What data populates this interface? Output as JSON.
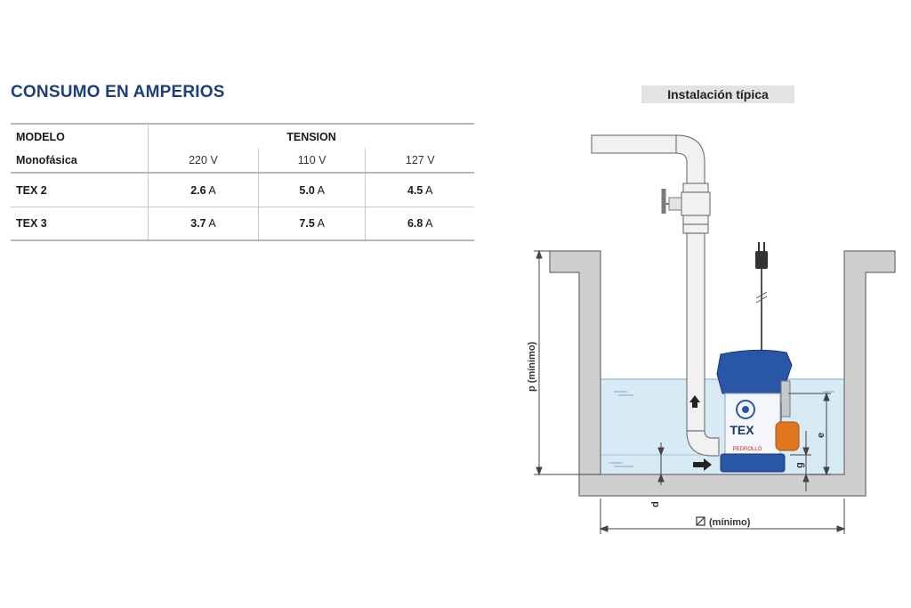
{
  "title": "CONSUMO EN AMPERIOS",
  "table": {
    "header_model": "MODELO",
    "header_tension": "TENSION",
    "phase_label": "Monofásica",
    "unit": "A",
    "voltages": [
      "220 V",
      "110 V",
      "127 V"
    ],
    "rows": [
      {
        "model": "TEX 2",
        "values": [
          "2.6",
          "5.0",
          "4.5"
        ]
      },
      {
        "model": "TEX 3",
        "values": [
          "3.7",
          "7.5",
          "6.8"
        ]
      }
    ]
  },
  "installation": {
    "label": "Instalación típica",
    "dim_p": "p (mínimo)",
    "dim_width": "(mínimo)",
    "dim_e": "e",
    "dim_g": "g",
    "dim_d": "d",
    "pump_model": "TEX",
    "pump_brand": "PEDROLLO"
  },
  "colors": {
    "title": "#1f3f7a",
    "water": "#d8ebf5",
    "pump_blue": "#2a56a8",
    "float_orange": "#e0761e",
    "wall": "#cfcfcf"
  }
}
